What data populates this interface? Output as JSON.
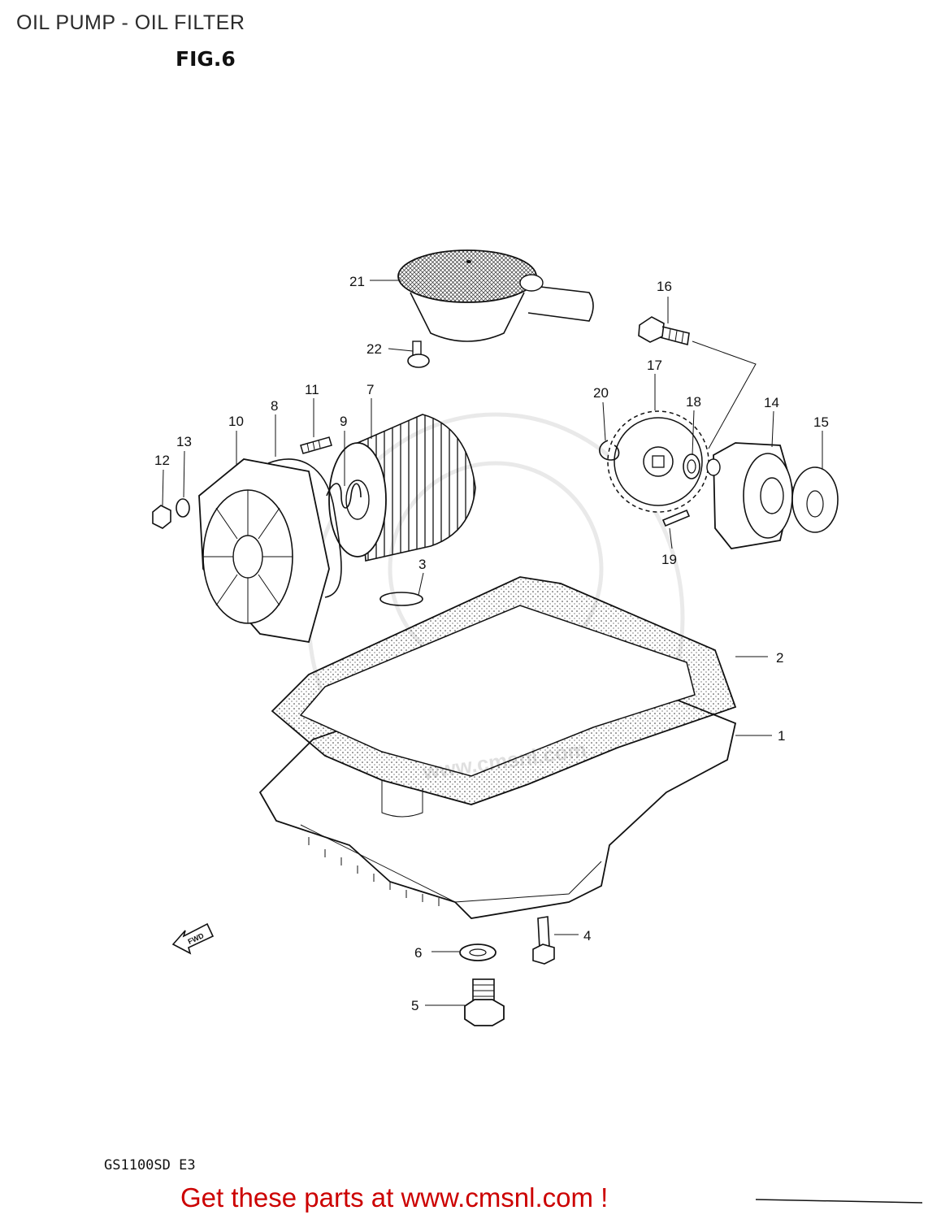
{
  "page": {
    "title": "OIL PUMP - OIL FILTER",
    "figure": "FIG.6",
    "model": "GS1100SD  E3",
    "promo": "Get these parts at www.cmsnl.com !",
    "promo_color": "#cc0000",
    "watermark": "www.cmsnl.com"
  },
  "diagram": {
    "callouts": [
      "21",
      "22",
      "16",
      "17",
      "20",
      "18",
      "14",
      "15",
      "11",
      "7",
      "8",
      "10",
      "9",
      "13",
      "12",
      "3",
      "19",
      "2",
      "1",
      "4",
      "6",
      "5"
    ],
    "fwd_label": "FWD"
  }
}
